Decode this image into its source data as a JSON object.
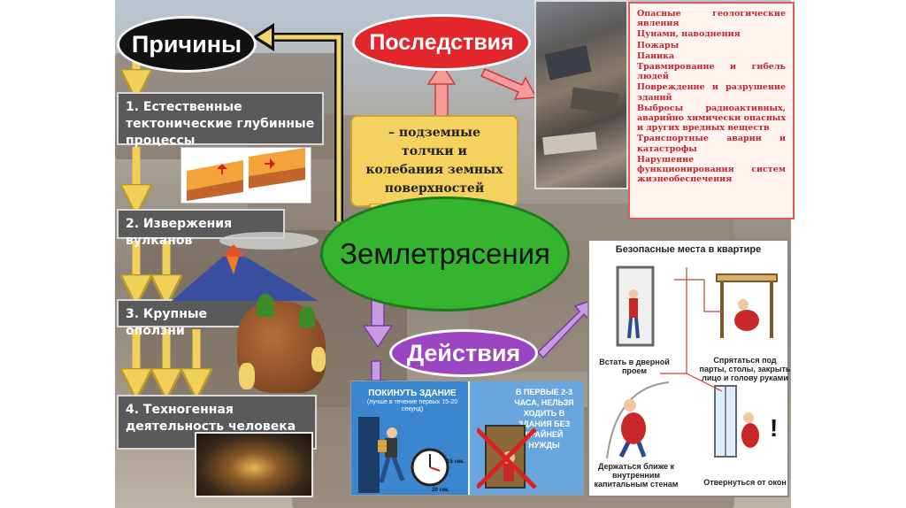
{
  "title_causes": "Причины",
  "title_consequences": "Последствия",
  "title_earthquake": "Землетрясения",
  "title_actions": "Действия",
  "definition": "– подземные толчки и колебания земных поверхностей",
  "causes": [
    "1. Естественные тектонические глубинные процессы",
    "2. Извержения вулканов",
    "3. Крупные оползни",
    "4. Техногенная деятельность человека"
  ],
  "consequences": [
    "Опасные геологические явления",
    "Цунами, наводнения",
    "Пожары",
    "Паника",
    "Травмирование и гибель людей",
    "Повреждение и разрушение зданий",
    "Выбросы радиоактивных, аварийно химически опасных и других вредных веществ",
    "Транспортные аварии и катастрофы",
    "Нарушение функционирования систем жизнеобеспечения"
  ],
  "safe_places": {
    "title": "Безопасные места в квартире",
    "items": [
      "Встать в дверной проем",
      "Спрятаться под парты, столы, закрыть лицо и голову руками",
      "Держаться ближе к внутренним капитальным стенам",
      "Отвернуться от окон"
    ],
    "exclamation": "!"
  },
  "actions_panel": {
    "left_title": "ПОКИНУТЬ ЗДАНИЕ",
    "left_sub": "(лучше в течение первых 15-20 секунд)",
    "clock_a": "15 сек.",
    "clock_b": "20 сек.",
    "right_text": "В ПЕРВЫЕ 2-3 ЧАСА, НЕЛЬЗЯ ХОДИТЬ В ЗДАНИЯ БЕЗ КРАЙНЕЙ НУЖДЫ"
  },
  "colors": {
    "consequences_oval": "#e3262b",
    "earthquake_oval": "#35b52f",
    "actions_oval": "#9b45c3",
    "causes_oval": "#111111",
    "definition_box": "#f5d15f",
    "list_text": "#c0262d",
    "actions_panel_blue": "#2f7fc9"
  }
}
